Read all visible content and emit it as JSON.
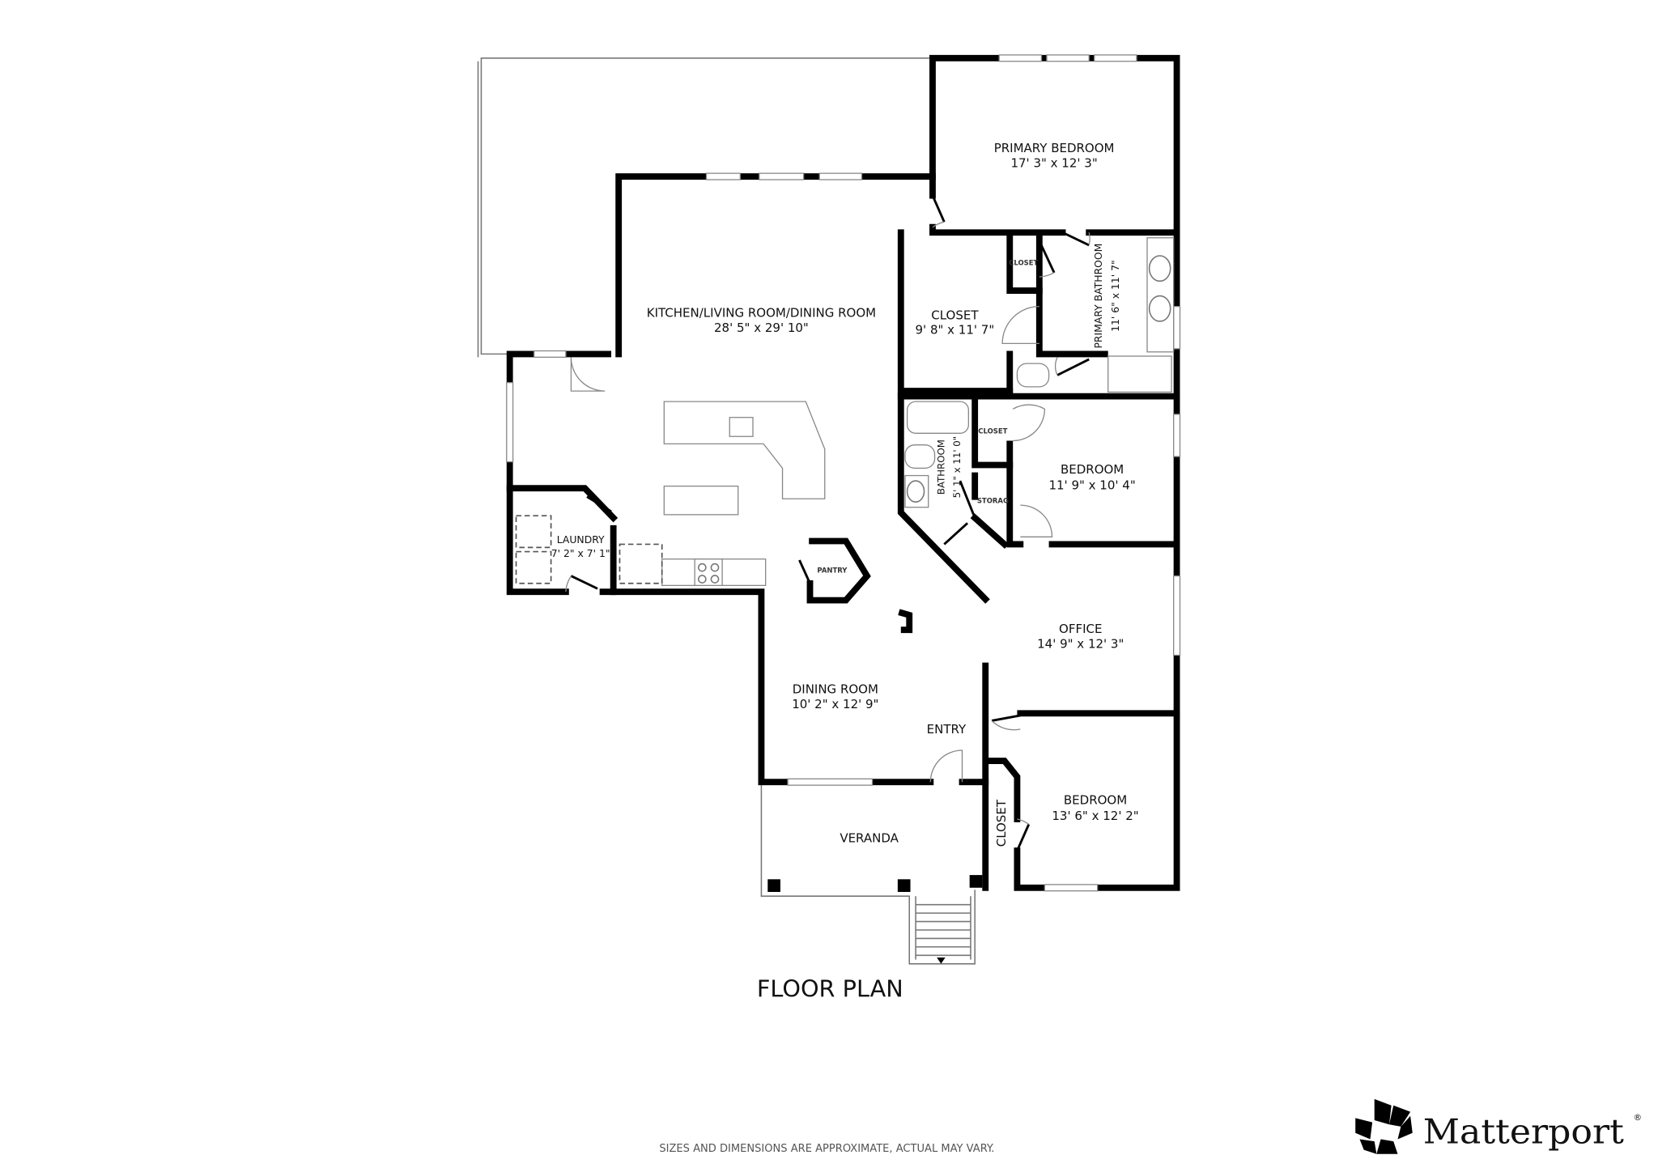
{
  "title": "FLOOR PLAN",
  "disclaimer": "SIZES AND DIMENSIONS ARE APPROXIMATE, ACTUAL MAY VARY.",
  "brand": {
    "name": "Matterport",
    "registered": "®"
  },
  "rooms": {
    "primary_bedroom": {
      "name": "PRIMARY BEDROOM",
      "dims": "17' 3\" x 12' 3\""
    },
    "kitchen_living": {
      "name": "KITCHEN/LIVING ROOM/DINING ROOM",
      "dims": "28' 5\" x 29' 10\""
    },
    "walk_closet": {
      "name": "CLOSET",
      "dims": "9' 8\" x 11' 7\""
    },
    "small_closet": {
      "name": "CLOSET"
    },
    "primary_bathroom": {
      "name": "PRIMARY BATHROOM",
      "dims": "11' 6\" x 11' 7\""
    },
    "bathroom": {
      "name": "BATHROOM",
      "dims": "5' 1\" x 11' 0\""
    },
    "hall_closet": {
      "name": "CLOSET"
    },
    "storage": {
      "name": "STORAG"
    },
    "bedroom1": {
      "name": "BEDROOM",
      "dims": "11' 9\" x 10' 4\""
    },
    "laundry": {
      "name": "LAUNDRY",
      "dims": "7' 2\" x 7' 1\""
    },
    "pantry": {
      "name": "PANTRY"
    },
    "office": {
      "name": "OFFICE",
      "dims": "14' 9\" x 12' 3\""
    },
    "dining": {
      "name": "DINING ROOM",
      "dims": "10' 2\" x 12' 9\""
    },
    "entry": {
      "name": "ENTRY"
    },
    "bedroom2": {
      "name": "BEDROOM",
      "dims": "13' 6\" x 12' 2\""
    },
    "bedroom2_closet": {
      "name": "CLOSET"
    },
    "veranda": {
      "name": "VERANDA"
    }
  }
}
